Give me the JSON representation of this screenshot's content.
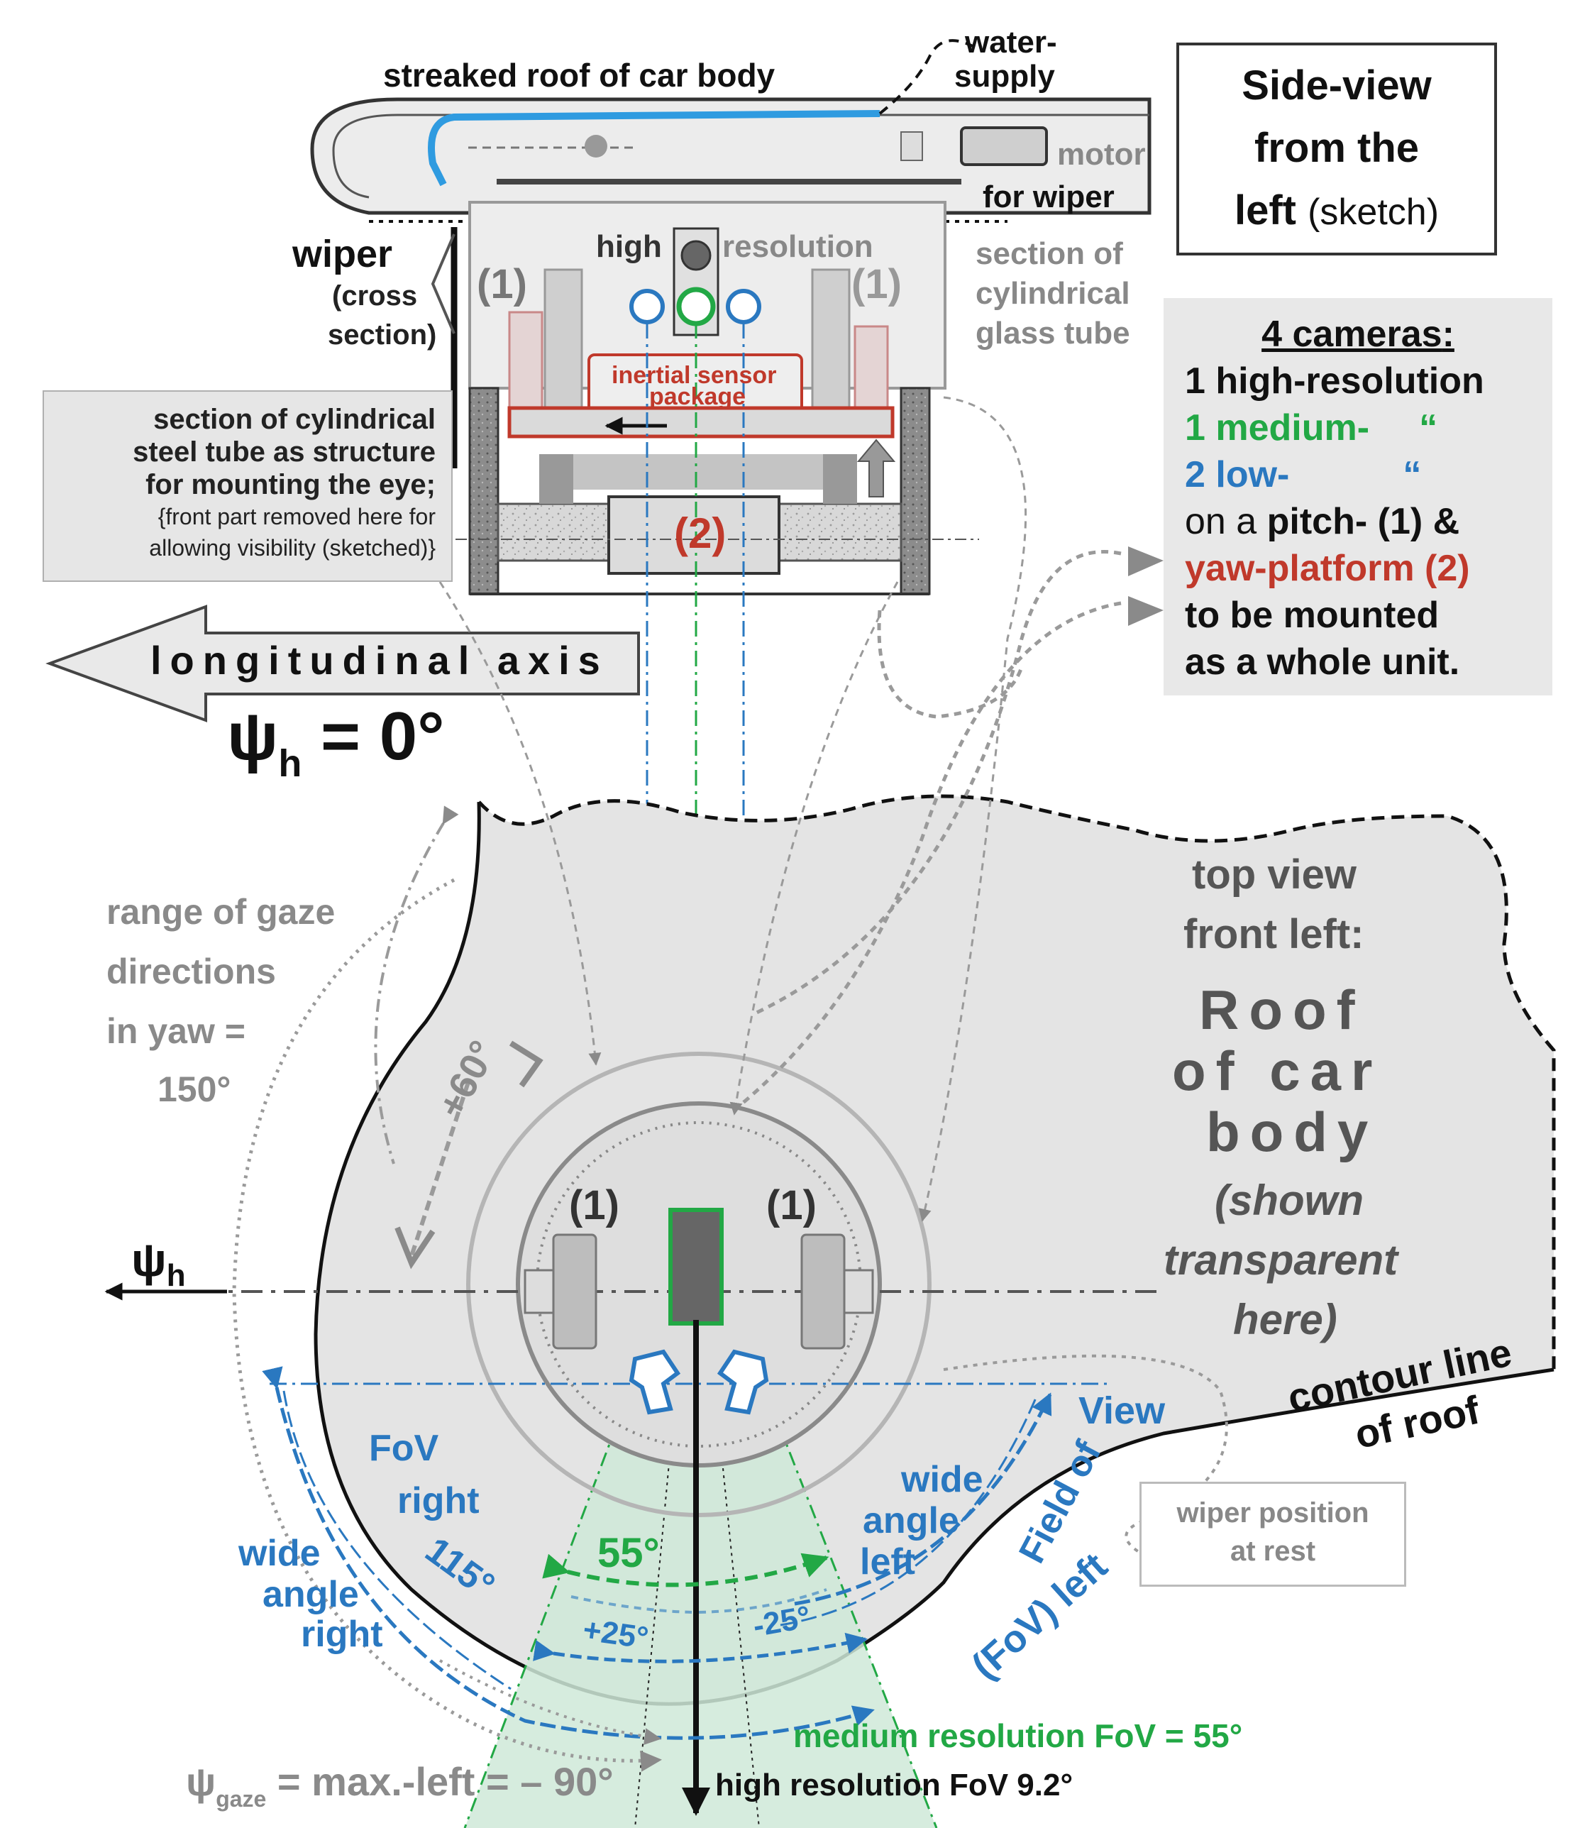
{
  "side_view": {
    "roof_label": "streaked roof of car body",
    "water_label_1": "water-",
    "water_label_2": "supply",
    "motor_label_1": "motor",
    "motor_label_2": "for wiper",
    "title_1": "Side-view",
    "title_2": "from the",
    "title_3": "left",
    "title_3b": "(sketch)",
    "wiper_1": "wiper",
    "wiper_2": "(cross",
    "wiper_3": "section)",
    "high_label": "high",
    "resolution_label": "resolution",
    "pitch_left": "(1)",
    "pitch_right": "(1)",
    "glass_1": "section of",
    "glass_2": "cylindrical",
    "glass_3": "glass tube",
    "inertial_1": "inertial sensor",
    "inertial_2": "package",
    "yaw_label": "(2)",
    "steel_1": "section of cylindrical",
    "steel_2": "steel tube as structure",
    "steel_3": "for mounting the eye;",
    "steel_4": "{front part removed here for",
    "steel_5": "allowing visibility (sketched)}"
  },
  "cameras": {
    "title": "4 cameras",
    "title_colon": ":",
    "line_1": "1 high-resolution",
    "line_2": "1 medium-",
    "line_2_quote": "“",
    "line_3": "2 low-",
    "line_3_quote": "“",
    "line_4a": "on a ",
    "line_4b": "pitch- (1)",
    "line_4c": " &",
    "line_5": "yaw-platform (2)",
    "line_6": "to be mounted",
    "line_7": "as a whole unit."
  },
  "axis": {
    "longitudinal": "longitudinal axis",
    "psi_h": "ψ",
    "psi_sub": "h",
    "psi_eq": " = 0°"
  },
  "top_view": {
    "gaze_1": "range of gaze",
    "gaze_2": "directions",
    "gaze_3": "in yaw =",
    "gaze_4": "150°",
    "top_1": "top view",
    "top_2": "front left:",
    "roof_1": "Roof",
    "roof_2": "of car",
    "roof_3": "body",
    "shown_1": "(shown",
    "shown_2": "transparent",
    "shown_3": "here)",
    "plus60": "+60°",
    "pitch_left": "(1)",
    "pitch_right": "(1)",
    "psi_h_left": "ψ",
    "psi_h_left_sub": "h",
    "contour_1": "contour line",
    "contour_2": "of roof",
    "wiper_rest_1": "wiper position",
    "wiper_rest_2": "at rest",
    "fov_right_1": "FoV",
    "fov_right_2": "right",
    "fov_115": "115°",
    "wide_right_1": "wide",
    "wide_right_2": "angle",
    "wide_right_3": "right",
    "wide_left_1": "wide",
    "wide_left_2": "angle",
    "wide_left_3": "left",
    "field_of_view": "Field of",
    "view": "View",
    "fov_left": "(FoV) left",
    "deg55": "55°",
    "minus25": "-25°",
    "plus25": "+25°",
    "medium_fov": "medium resolution FoV = 55°",
    "high_fov": "high resolution FoV 9.2°",
    "gaze_psi": "ψ",
    "gaze_sub": "gaze",
    "gaze_eq": " = max.-left = – 90°"
  },
  "colors": {
    "blue": "#2a78c0",
    "green": "#22a845",
    "red": "#c0392b",
    "grey_text": "#8a8a8a",
    "roof_fill": "#e4e4e4"
  }
}
